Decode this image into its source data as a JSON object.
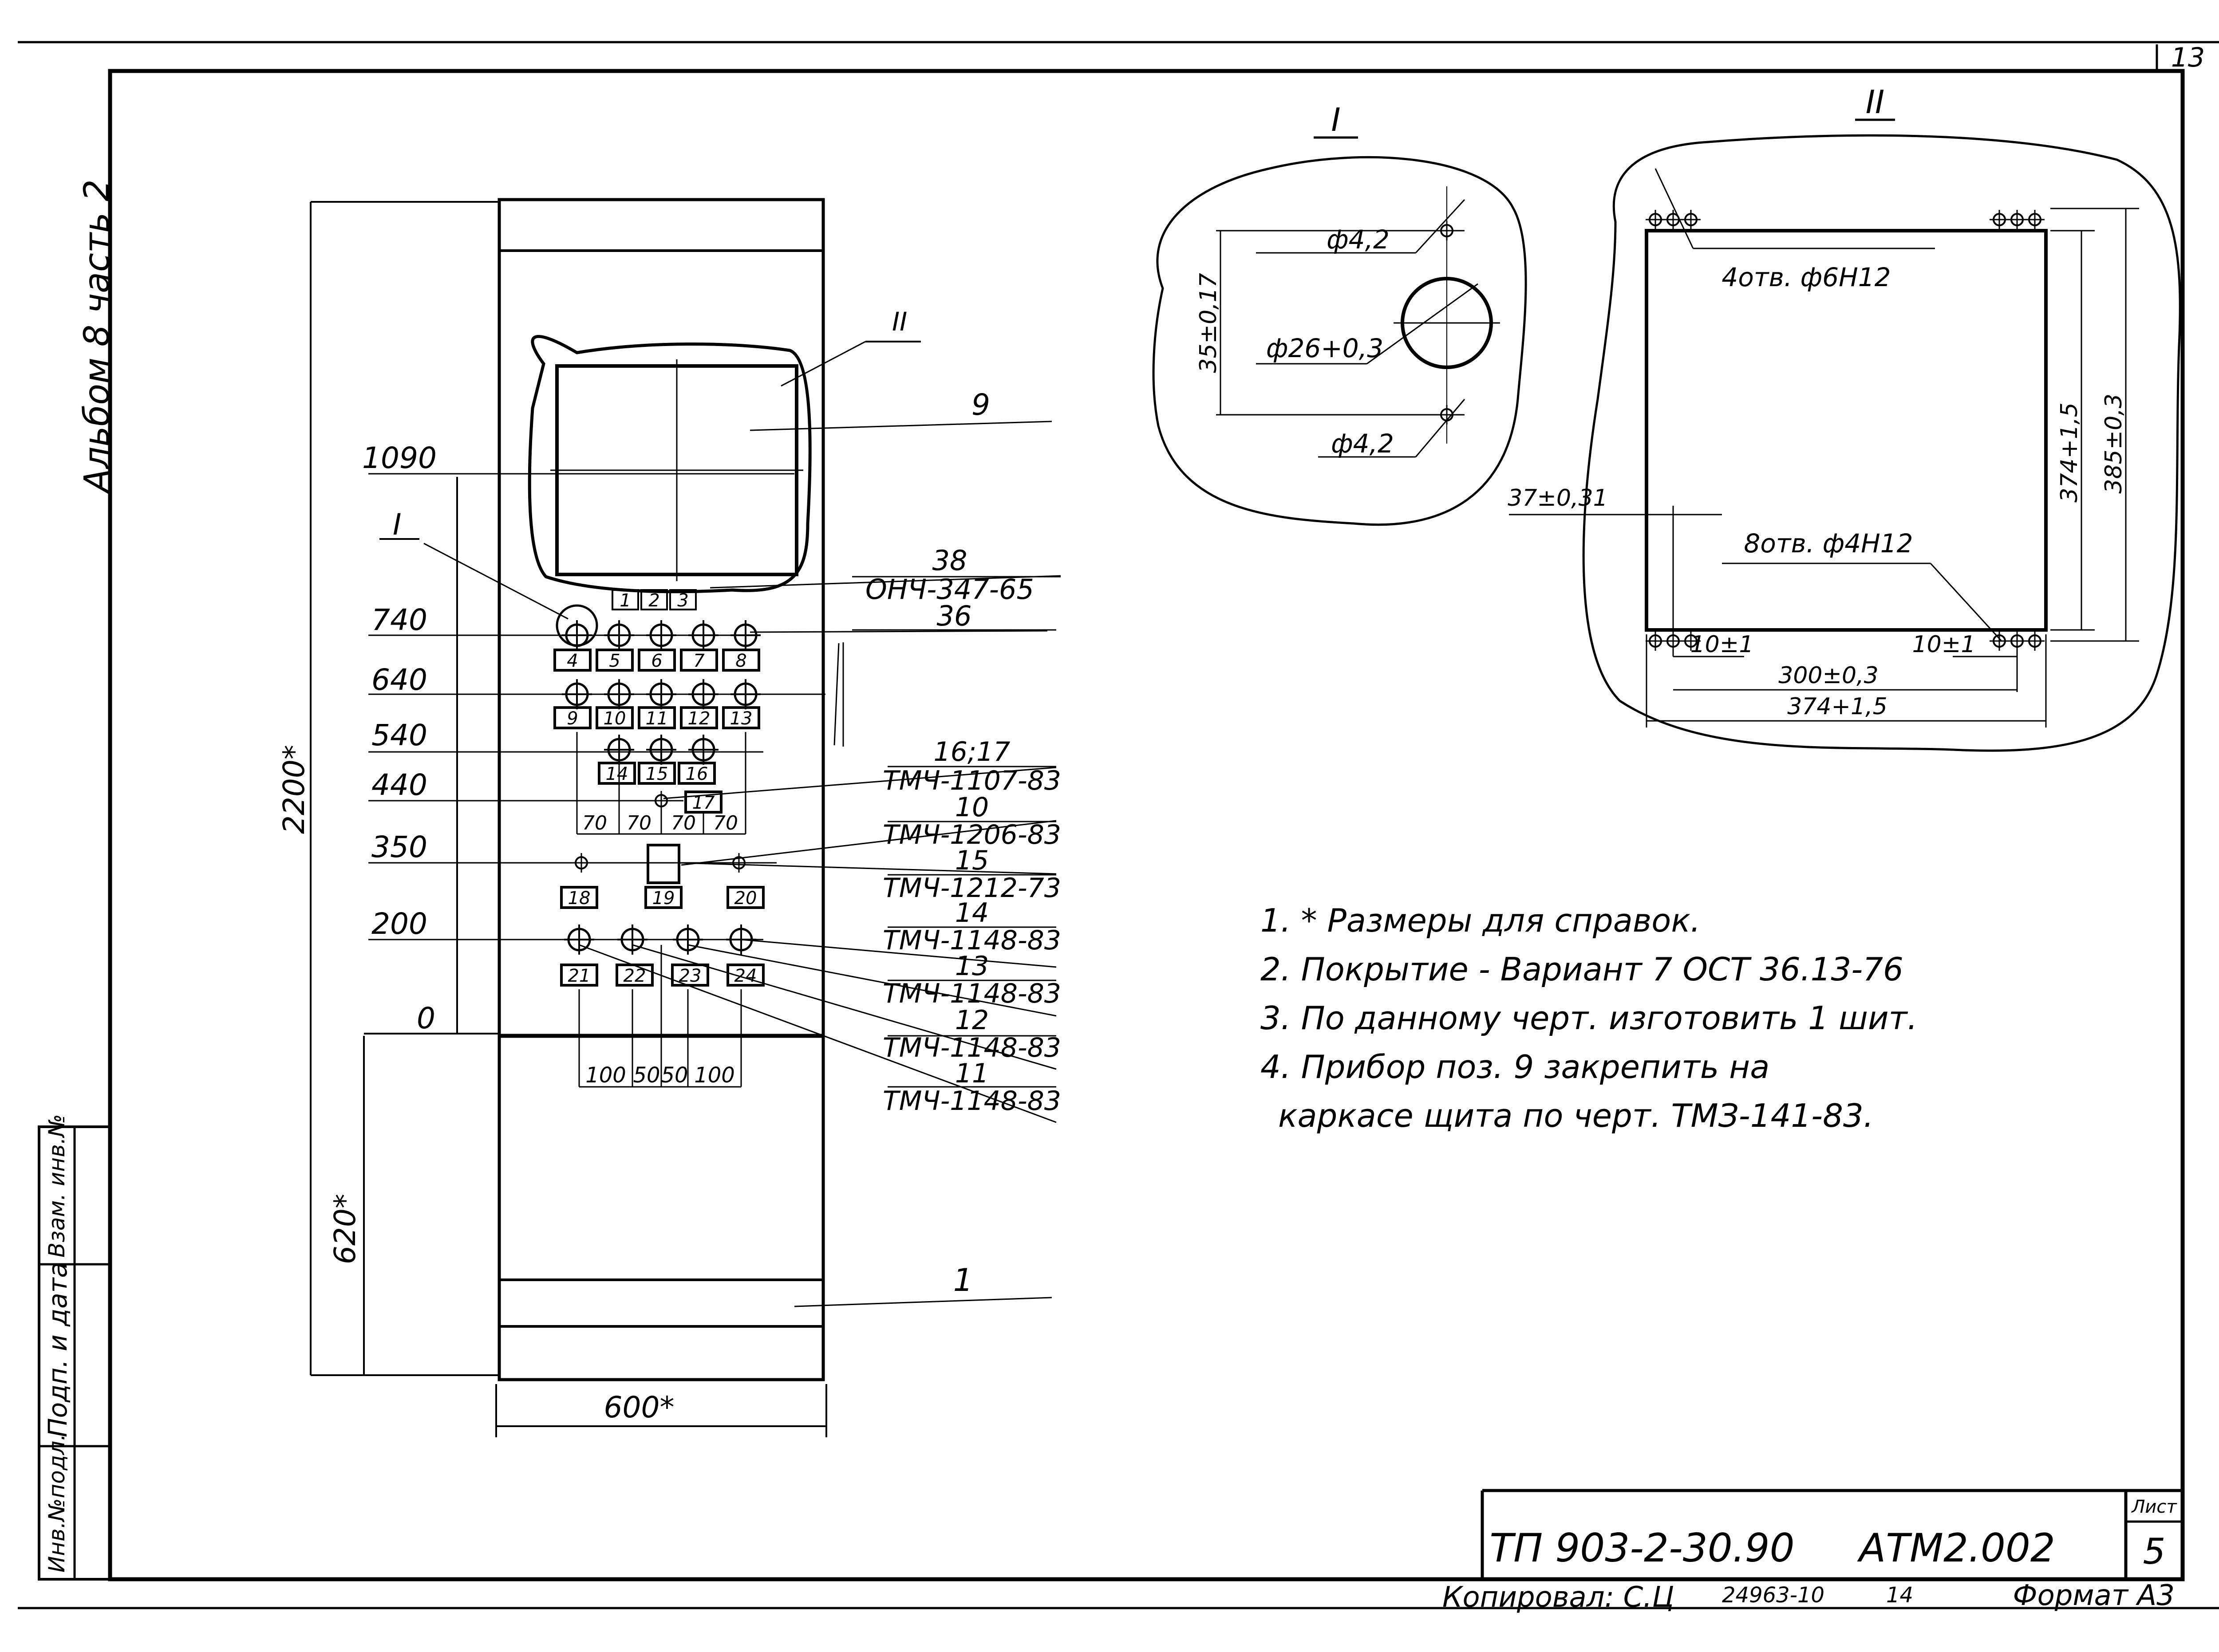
{
  "sheet_number": "13",
  "side_stamp": {
    "album": "Альбом 8 часть 2",
    "fields": [
      "Инв.№подл.",
      "Подп. и дата",
      "Взам. инв.№"
    ]
  },
  "front_view": {
    "height_overall": "2200*",
    "width": "600*",
    "lower_height": "620*",
    "level_marks": [
      "1090",
      "740",
      "640",
      "540",
      "440",
      "350",
      "200",
      "0"
    ],
    "spacing_top": [
      "70",
      "70",
      "70",
      "70"
    ],
    "spacing_bottom": [
      "100",
      "50",
      "50",
      "100"
    ],
    "view_refs": {
      "detail_1": "I",
      "detail_2": "II"
    },
    "device_labels": [
      "1",
      "2",
      "3",
      "4",
      "5",
      "6",
      "7",
      "8",
      "9",
      "10",
      "11",
      "12",
      "13",
      "14",
      "15",
      "16",
      "17",
      "18",
      "19",
      "20",
      "21",
      "22",
      "23",
      "24"
    ]
  },
  "callouts": [
    {
      "pos": "9",
      "doc": ""
    },
    {
      "pos": "38",
      "doc": "ОНЧ-347-65"
    },
    {
      "pos": "36",
      "doc": ""
    },
    {
      "pos": "16;17",
      "doc": "ТМЧ-1107-83"
    },
    {
      "pos": "10",
      "doc": "ТМЧ-1206-83"
    },
    {
      "pos": "15",
      "doc": "ТМЧ-1212-73"
    },
    {
      "pos": "14",
      "doc": "ТМЧ-1148-83"
    },
    {
      "pos": "13",
      "doc": "ТМЧ-1148-83"
    },
    {
      "pos": "12",
      "doc": "ТМЧ-1148-83"
    },
    {
      "pos": "11",
      "doc": "ТМЧ-1148-83"
    },
    {
      "pos": "1",
      "doc": ""
    }
  ],
  "detail_1": {
    "title": "I",
    "hole_small_top": "ф4,2",
    "hole_small_bottom": "ф4,2",
    "hole_large": "ф26+0,3",
    "spacing": "35±0,17"
  },
  "detail_2": {
    "title": "II",
    "holes_upper": "4отв. ф6Н12",
    "holes_lower": "8отв. ф4Н12",
    "dim_left": "37±0,31",
    "dim_height_1": "374+1,5",
    "dim_height_2": "385±0,3",
    "dim_10_left": "10±1",
    "dim_10_right": "10±1",
    "dim_width_1": "300±0,3",
    "dim_width_2": "374+1,5"
  },
  "notes": [
    "1. * Размеры для справок.",
    "2. Покрытие - Вариант 7   ОСТ 36.13-76",
    "3. По данному черт. изготовить  1 шит.",
    "4. Прибор поз. 9 закрепить на",
    "каркасе щита  по черт. ТМЗ-141-83."
  ],
  "title_block": {
    "doc_code": "ТП 903-2-30.90",
    "designation": "АТМ2.002",
    "sheet_label": "Лист",
    "sheet": "5"
  },
  "footer": {
    "copied": "Копировал: С.Ц",
    "order": "24963-10",
    "number": "14",
    "format": "Формат А3"
  }
}
